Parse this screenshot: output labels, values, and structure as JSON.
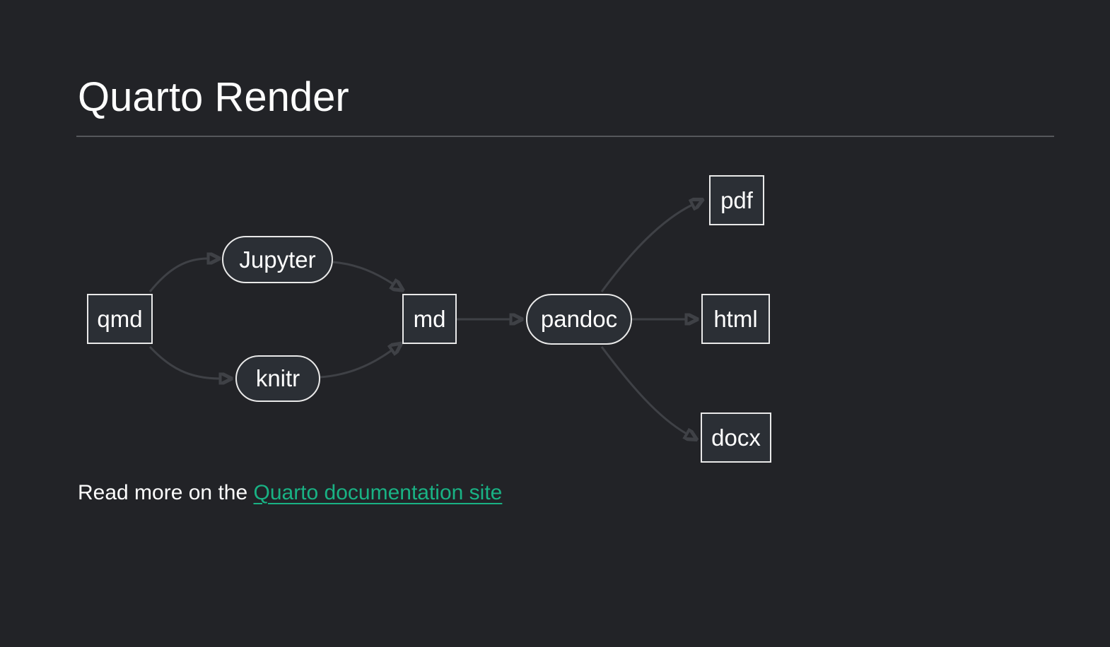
{
  "page": {
    "title": "Quarto Render"
  },
  "footer": {
    "prefix": "Read more on the ",
    "link_label": "Quarto documentation site"
  },
  "colors": {
    "background": "#222327",
    "node_fill": "#2b2f35",
    "node_border": "#e9e9e9",
    "node_text": "#ffffff",
    "edge": "#3f4146",
    "arrowhead": "#47494e",
    "title_text": "#fdfdfd",
    "link": "#19b284",
    "divider": "#56585c"
  },
  "diagram": {
    "type": "flowchart",
    "direction": "left-to-right",
    "nodes": [
      {
        "id": "qmd",
        "label": "qmd",
        "shape": "rect"
      },
      {
        "id": "jupyter",
        "label": "Jupyter",
        "shape": "stadium"
      },
      {
        "id": "knitr",
        "label": "knitr",
        "shape": "stadium"
      },
      {
        "id": "md",
        "label": "md",
        "shape": "rect"
      },
      {
        "id": "pandoc",
        "label": "pandoc",
        "shape": "stadium"
      },
      {
        "id": "pdf",
        "label": "pdf",
        "shape": "rect"
      },
      {
        "id": "html",
        "label": "html",
        "shape": "rect"
      },
      {
        "id": "docx",
        "label": "docx",
        "shape": "rect"
      }
    ],
    "edges": [
      {
        "from": "qmd",
        "to": "jupyter"
      },
      {
        "from": "qmd",
        "to": "knitr"
      },
      {
        "from": "jupyter",
        "to": "md"
      },
      {
        "from": "knitr",
        "to": "md"
      },
      {
        "from": "md",
        "to": "pandoc"
      },
      {
        "from": "pandoc",
        "to": "pdf"
      },
      {
        "from": "pandoc",
        "to": "html"
      },
      {
        "from": "pandoc",
        "to": "docx"
      }
    ]
  }
}
